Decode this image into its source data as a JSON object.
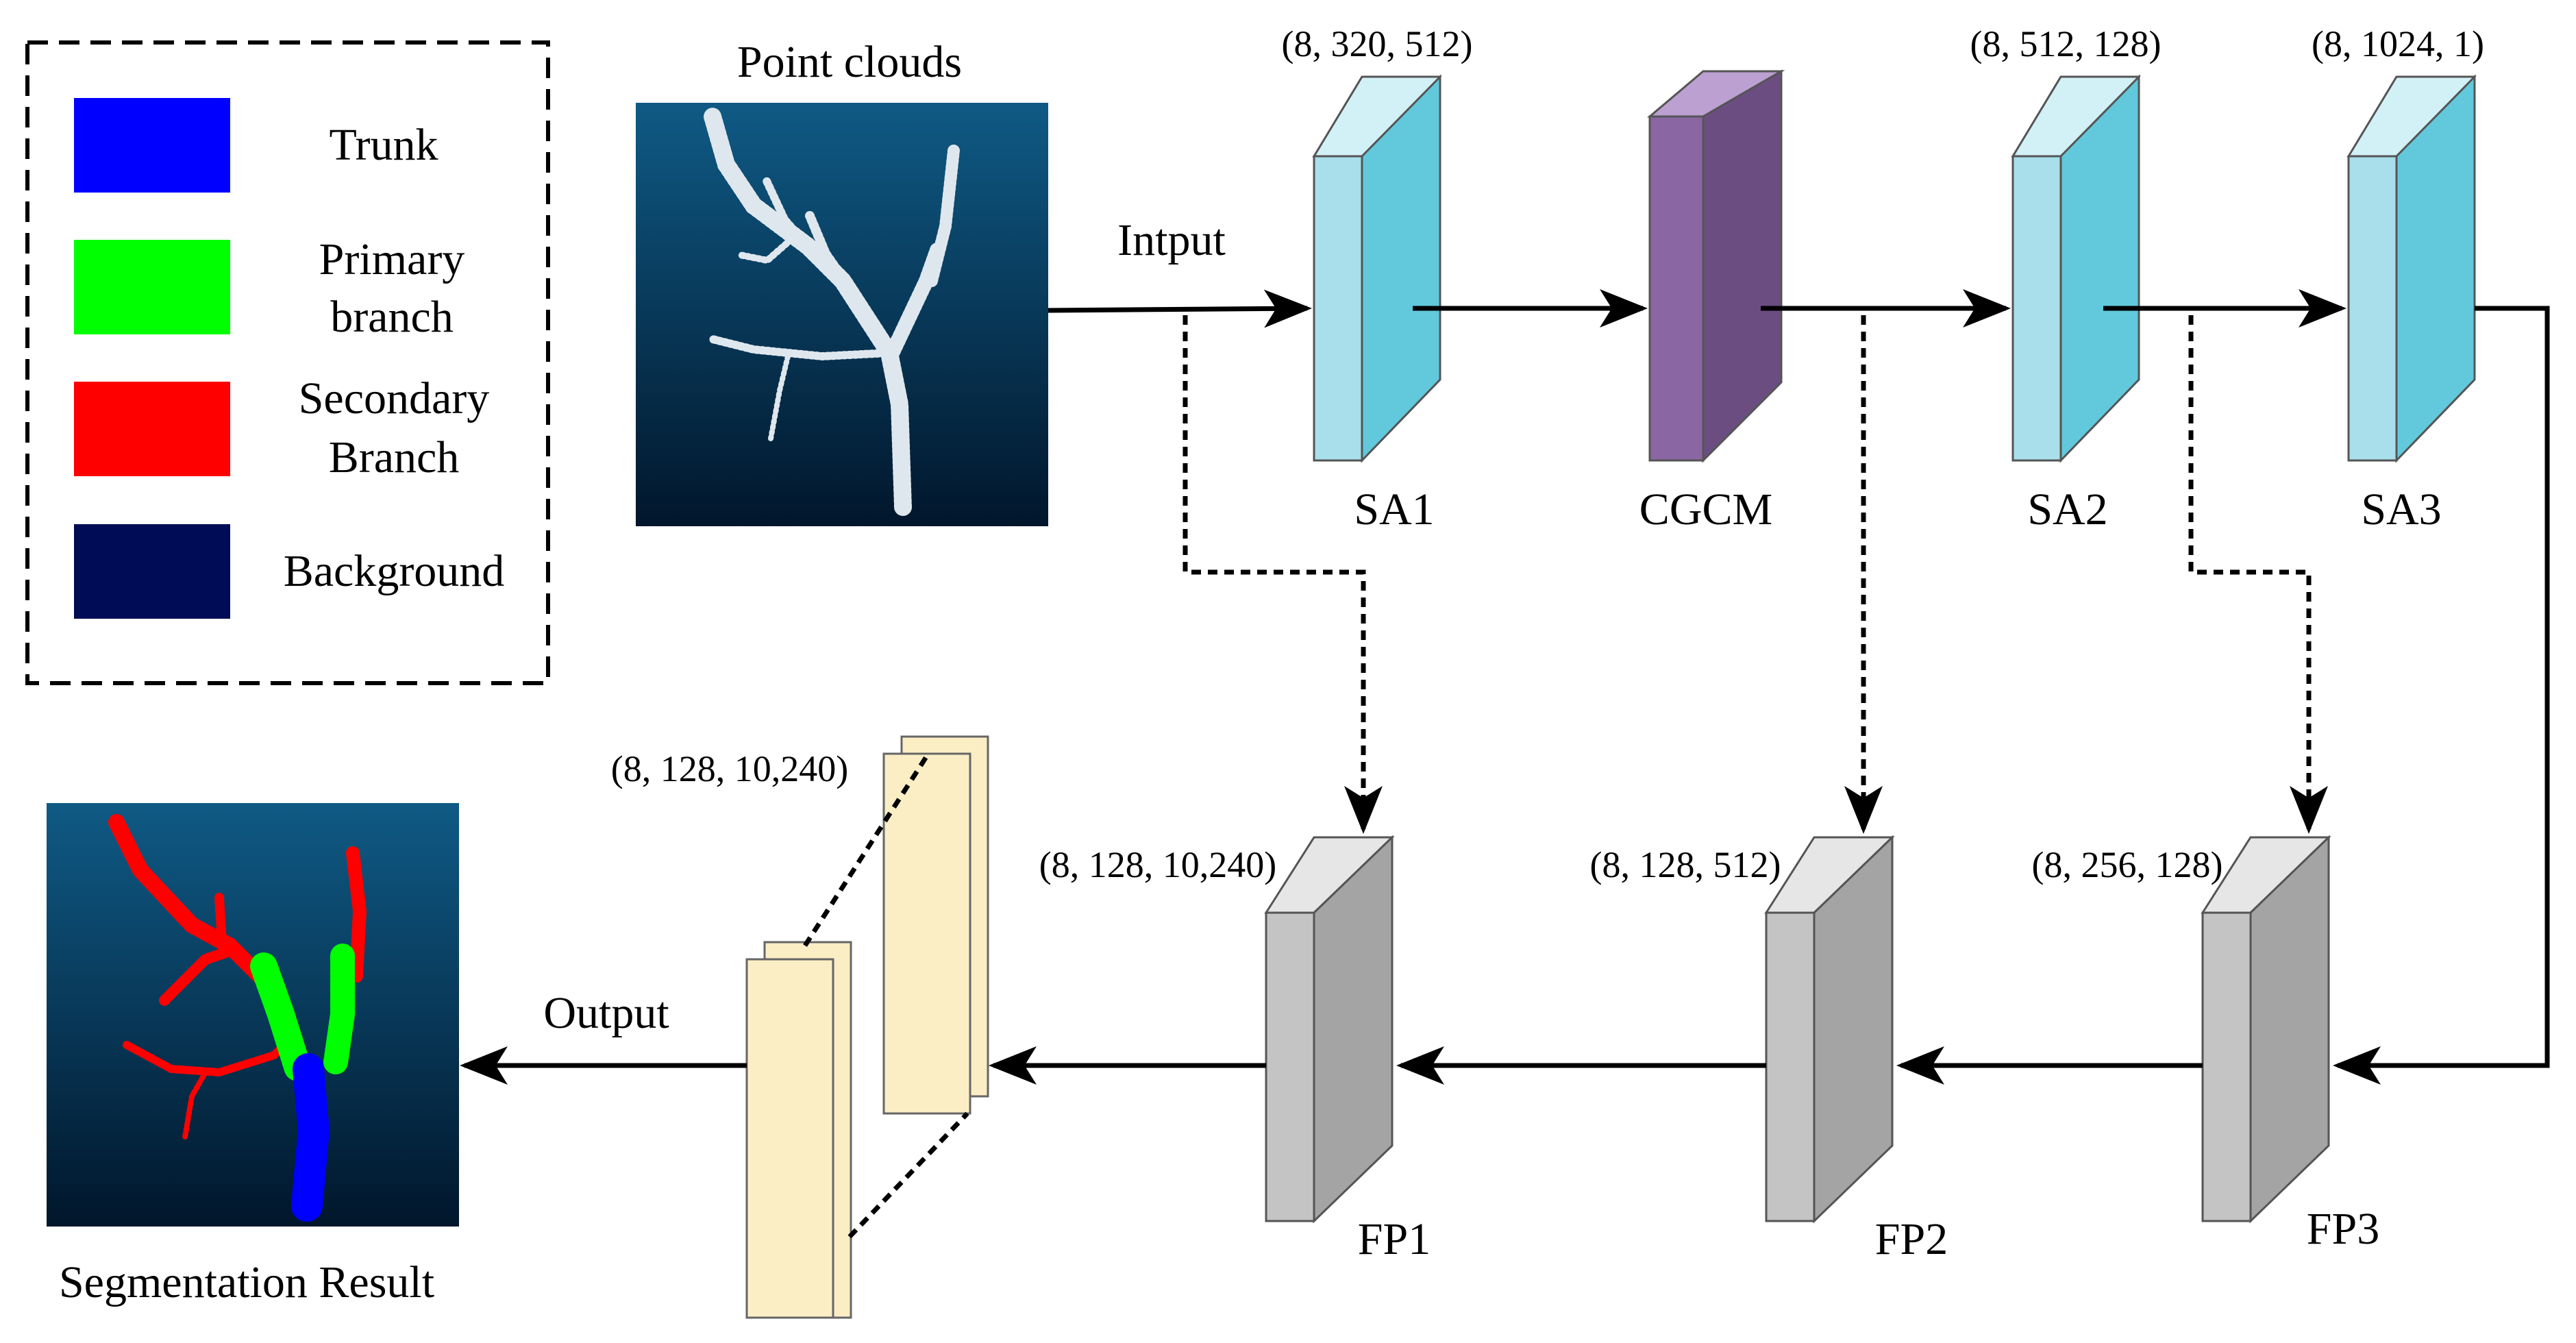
{
  "legend": {
    "items": [
      {
        "label": "Trunk",
        "color": "#0000ff"
      },
      {
        "label": "Primary branch",
        "lines": [
          "Primary",
          "branch"
        ],
        "color": "#00ff00"
      },
      {
        "label": "Secondary Branch",
        "lines": [
          "Secondary",
          "Branch"
        ],
        "color": "#ff0000"
      },
      {
        "label": "Background",
        "color": "#000c55"
      }
    ]
  },
  "input_panel": {
    "title": "Point clouds",
    "arrow_label": "Intput"
  },
  "output_panel": {
    "title": "Segmentation Result",
    "arrow_label": "Output"
  },
  "encoder": {
    "sa1": {
      "label": "SA1",
      "shape": "(8, 320, 512)"
    },
    "cgcm": {
      "label": "CGCM"
    },
    "sa2": {
      "label": "SA2",
      "shape": "(8, 512, 128)"
    },
    "sa3": {
      "label": "SA3",
      "shape": "(8, 1024, 1)"
    }
  },
  "decoder": {
    "fp1": {
      "label": "FP1",
      "shape": "(8, 128, 10,240)"
    },
    "fp2": {
      "label": "FP2",
      "shape": "(8, 128, 512)"
    },
    "fp3": {
      "label": "FP3",
      "shape": "(8, 256, 128)"
    },
    "head": {
      "shape": "(8, 128, 10,240)"
    }
  },
  "colors": {
    "sa_face": "#a8dfea",
    "sa_side": "#62c9dc",
    "sa_top": "#d2f1f7",
    "cgcm_face": "#8a67a3",
    "cgcm_side": "#6b4d82",
    "cgcm_top": "#bca0d2",
    "fp_face": "#c4c4c4",
    "fp_side": "#a4a4a4",
    "fp_top": "#e6e6e6",
    "head_fill": "#fbeec5",
    "bg_top": "#0f5a85",
    "bg_bottom": "#01162b"
  }
}
